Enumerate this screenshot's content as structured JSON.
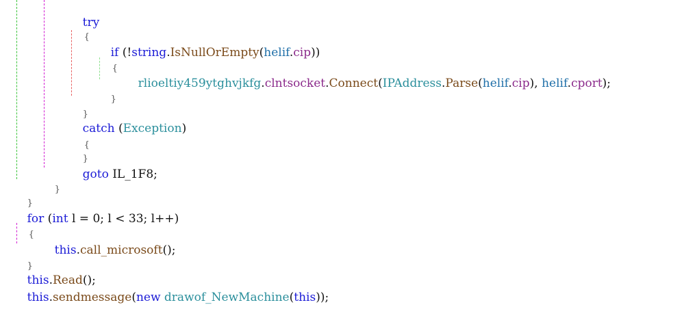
{
  "code": {
    "try_kw": "try",
    "brace_open": "{",
    "brace_close": "}",
    "if_kw": "if",
    "if_open": " (!",
    "string_type": "string",
    "dot": ".",
    "isnull_method": "IsNullOrEmpty",
    "paren_open": "(",
    "helif": "helif",
    "cip": "cip",
    "if_close": "))",
    "client_var": "rlioeltiy459ytghvjkfg",
    "clntsocket": "clntsocket",
    "connect_method": "Connect",
    "ipaddress_type": "IPAddress",
    "parse_method": "Parse",
    "comma_space": "), ",
    "cport": "cport",
    "close_stmt": ");",
    "catch_kw": "catch",
    "space_paren": " (",
    "exception_type": "Exception",
    "paren_close": ")",
    "goto_kw": "goto",
    "goto_label": " IL_1F8;",
    "for_kw": "for",
    "int_kw": "int",
    "for_rest": " l = 0; l < 33; l++)",
    "this_kw": "this",
    "call_ms_method": "call_microsoft",
    "call_end": "();",
    "read_method": "Read",
    "sendmessage_method": "sendmessage",
    "new_kw": "new",
    "drawof_type": "drawof_NewMachine",
    "send_end": "));"
  },
  "colors": {
    "keyword": "#1b1bd6",
    "type": "#2b8f9c",
    "property": "#8b2a8b",
    "method": "#7a4a1a",
    "guide_green": "#3cc43c",
    "guide_magenta": "#d21bd2",
    "guide_red": "#e86060",
    "guide_lightgreen": "#8ee08e"
  }
}
